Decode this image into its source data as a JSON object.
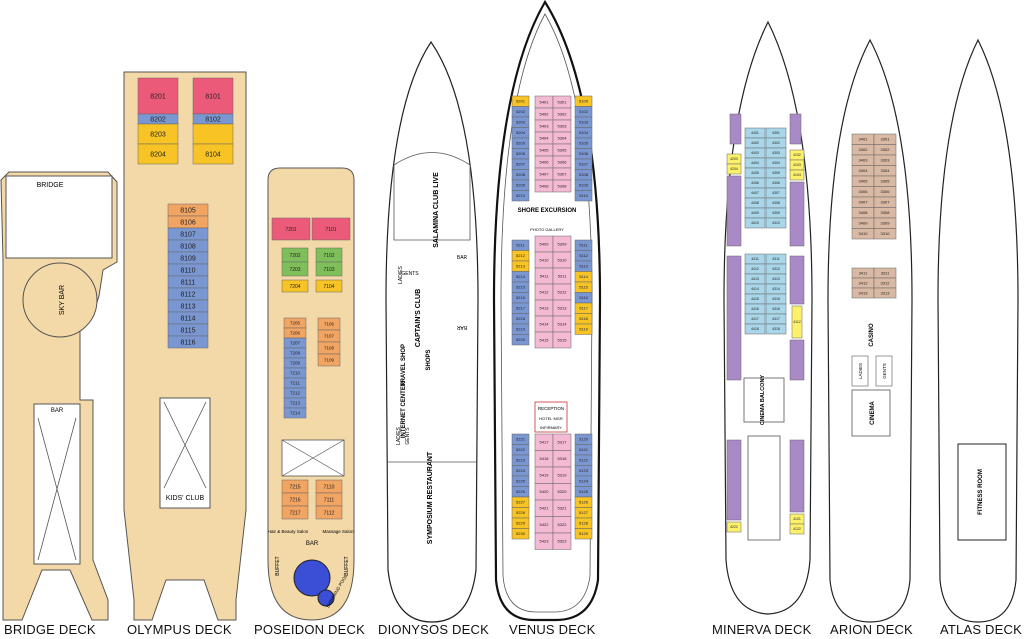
{
  "decks": {
    "bridge": {
      "label": "BRIDGE DECK",
      "bridge": "BRIDGE",
      "skybar": "SKY BAR",
      "bar": "BAR"
    },
    "olympus": {
      "label": "OLYMPUS DECK",
      "kids": "KIDS' CLUB",
      "top_cabins": [
        {
          "n": "8201",
          "c": "pink"
        },
        {
          "n": "8101",
          "c": "pink"
        },
        {
          "n": "8202",
          "c": "blue"
        },
        {
          "n": "8102",
          "c": "blue"
        },
        {
          "n": "8203",
          "c": "gold"
        },
        {
          "n": "",
          "c": "gold"
        },
        {
          "n": "8204",
          "c": "gold"
        },
        {
          "n": "8104",
          "c": "gold"
        }
      ],
      "mid_cabins": [
        {
          "n": "8105",
          "c": "orange"
        },
        {
          "n": "8106",
          "c": "orange"
        },
        {
          "n": "8107",
          "c": "blue"
        },
        {
          "n": "8108",
          "c": "blue"
        },
        {
          "n": "8109",
          "c": "blue"
        },
        {
          "n": "8110",
          "c": "blue"
        },
        {
          "n": "8111",
          "c": "blue"
        },
        {
          "n": "8112",
          "c": "blue"
        },
        {
          "n": "8113",
          "c": "blue"
        },
        {
          "n": "8114",
          "c": "blue"
        },
        {
          "n": "8115",
          "c": "blue"
        },
        {
          "n": "8116",
          "c": "blue"
        }
      ]
    },
    "poseidon": {
      "label": "POSEIDON DECK",
      "bar": "BAR",
      "pool": "SWIMMING POOL",
      "buffet_left": "BUFFET",
      "buffet_right": "BUFFET",
      "hair": "Hair & Beauty Salon",
      "massage": "Massage Salon",
      "top_cabins": [
        {
          "n": "7201",
          "c": "pink"
        },
        {
          "n": "7101",
          "c": "pink"
        }
      ],
      "green_left": [
        "7202",
        "7203"
      ],
      "green_right": [
        "7102",
        "7103"
      ],
      "gold_left": "7204",
      "gold_right": "7104",
      "left_cabins": [
        {
          "n": "7205",
          "c": "orange"
        },
        {
          "n": "7206",
          "c": "orange"
        },
        {
          "n": "7207",
          "c": "blue"
        },
        {
          "n": "7208",
          "c": "blue"
        },
        {
          "n": "7209",
          "c": "blue"
        },
        {
          "n": "7210",
          "c": "blue"
        },
        {
          "n": "7211",
          "c": "blue"
        },
        {
          "n": "7212",
          "c": "blue"
        },
        {
          "n": "7213",
          "c": "blue"
        },
        {
          "n": "7214",
          "c": "blue"
        }
      ],
      "right_cabins": [
        "7106",
        "7107",
        "7108",
        "7109"
      ],
      "low_left": [
        "7215",
        "7216",
        "7217"
      ],
      "low_right": [
        "7110",
        "7111",
        "7112"
      ]
    },
    "dionysos": {
      "label": "DIONYSOS DECK",
      "salamina": "SALAMINA CLUB LIVE",
      "captains": "CAPTAIN'S CLUB",
      "shops": "SHOPS",
      "travel": "TRAVEL SHOP",
      "internet": "INTERNET CENTER",
      "symposium": "SYMPOSIUM RESTAURANT",
      "ladies": "LADIES",
      "gents": "GENTS",
      "ladies2": "LADIES",
      "gents2": "GENTS",
      "bar": "BAR",
      "bar2": "BAR"
    },
    "venus": {
      "label": "VENUS DECK",
      "shore": "SHORE EXCURSION",
      "photo": "PHOTO GALLERY",
      "reception": "RECEPTION",
      "hotel": "HOTEL MGR",
      "infirmary": "INFIRMARY",
      "outer_left_1": [
        {
          "n": "5201",
          "c": "gold"
        },
        {
          "n": "5202",
          "c": "blue"
        },
        {
          "n": "5203",
          "c": "blue"
        },
        {
          "n": "5204",
          "c": "blue"
        },
        {
          "n": "5205",
          "c": "blue"
        },
        {
          "n": "5206",
          "c": "blue"
        },
        {
          "n": "5207",
          "c": "blue"
        },
        {
          "n": "5208",
          "c": "blue"
        },
        {
          "n": "5209",
          "c": "blue"
        },
        {
          "n": "5210",
          "c": "blue"
        }
      ],
      "inner_left_1": [
        "5401",
        "5402",
        "5403",
        "5404",
        "5405",
        "5406",
        "5407",
        "5408"
      ],
      "inner_right_1": [
        "5301",
        "5302",
        "5303",
        "5304",
        "5305",
        "5306",
        "5307",
        "5308"
      ],
      "outer_right_1": [
        {
          "n": "5109",
          "c": "gold"
        },
        {
          "n": "5102",
          "c": "blue"
        },
        {
          "n": "5103",
          "c": "blue"
        },
        {
          "n": "5104",
          "c": "blue"
        },
        {
          "n": "5105",
          "c": "blue"
        },
        {
          "n": "5106",
          "c": "blue"
        },
        {
          "n": "5107",
          "c": "blue"
        },
        {
          "n": "5108",
          "c": "blue"
        },
        {
          "n": "5109",
          "c": "blue"
        },
        {
          "n": "5110",
          "c": "blue"
        }
      ],
      "outer_left_2": [
        {
          "n": "5211",
          "c": "blue"
        },
        {
          "n": "5212",
          "c": "gold"
        },
        {
          "n": "5213",
          "c": "gold"
        },
        {
          "n": "5214",
          "c": "blue"
        },
        {
          "n": "5215",
          "c": "blue"
        },
        {
          "n": "5216",
          "c": "blue"
        },
        {
          "n": "5217",
          "c": "blue"
        },
        {
          "n": "5218",
          "c": "blue"
        },
        {
          "n": "5219",
          "c": "blue"
        },
        {
          "n": "5220",
          "c": "blue"
        }
      ],
      "inner_left_2": [
        "5409",
        "5410",
        "5411",
        "5412",
        "5413",
        "5414",
        "5415"
      ],
      "inner_right_2": [
        "5309",
        "5310",
        "5311",
        "5312",
        "5313",
        "5314",
        "5315"
      ],
      "outer_right_2": [
        {
          "n": "5111",
          "c": "blue"
        },
        {
          "n": "5112",
          "c": "blue"
        },
        {
          "n": "5113",
          "c": "blue"
        },
        {
          "n": "5114",
          "c": "gold"
        },
        {
          "n": "5115",
          "c": "gold"
        },
        {
          "n": "5116",
          "c": "blue"
        },
        {
          "n": "5117",
          "c": "gold"
        },
        {
          "n": "5118",
          "c": "gold"
        },
        {
          "n": "5119",
          "c": "gold"
        }
      ],
      "outer_left_3": [
        {
          "n": "5221",
          "c": "blue"
        },
        {
          "n": "5222",
          "c": "blue"
        },
        {
          "n": "5223",
          "c": "blue"
        },
        {
          "n": "5224",
          "c": "blue"
        },
        {
          "n": "5225",
          "c": "blue"
        },
        {
          "n": "5226",
          "c": "blue"
        },
        {
          "n": "5227",
          "c": "gold"
        },
        {
          "n": "5228",
          "c": "gold"
        },
        {
          "n": "5229",
          "c": "gold"
        },
        {
          "n": "5230",
          "c": "gold"
        }
      ],
      "inner_left_3": [
        "5417",
        "5418",
        "5419",
        "5420",
        "5421",
        "5422",
        "5423"
      ],
      "inner_right_3": [
        "5317",
        "5318",
        "5319",
        "5320",
        "5321",
        "5322",
        "5323"
      ],
      "outer_right_3": [
        {
          "n": "5120",
          "c": "blue"
        },
        {
          "n": "5121",
          "c": "blue"
        },
        {
          "n": "5122",
          "c": "blue"
        },
        {
          "n": "5123",
          "c": "blue"
        },
        {
          "n": "5124",
          "c": "blue"
        },
        {
          "n": "5125",
          "c": "blue"
        },
        {
          "n": "5126",
          "c": "gold"
        },
        {
          "n": "5127",
          "c": "gold"
        },
        {
          "n": "5128",
          "c": "gold"
        },
        {
          "n": "5129",
          "c": "gold"
        }
      ]
    },
    "minerva": {
      "label": "MINERVA DECK",
      "cinema": "CINEMA BALCONY",
      "inner_left_1": [
        "4401",
        "4402",
        "4403",
        "4404",
        "4405",
        "4406",
        "4407",
        "4408",
        "4409",
        "4410"
      ],
      "inner_right_1": [
        "4301",
        "4302",
        "4303",
        "4304",
        "4305",
        "4306",
        "4307",
        "4308",
        "4309",
        "4310"
      ],
      "gold_left": [
        "4203",
        "4204"
      ],
      "gold_right": [
        "4102",
        "4103",
        "4104"
      ],
      "inner_left_2": [
        "4411",
        "4412",
        "4413",
        "4414",
        "4415",
        "4416",
        "4417",
        "4418"
      ],
      "inner_right_2": [
        "4311",
        "4312",
        "4313",
        "4314",
        "4315",
        "4316",
        "4317",
        "4318"
      ],
      "side_right": "4112",
      "low_left": [
        "4222"
      ],
      "low_right": [
        "4121",
        "4122"
      ]
    },
    "arion": {
      "label": "ARION DECK",
      "casino": "CASINO",
      "cinema": "CINEMA",
      "ladies": "LADIES",
      "gents": "GENTS",
      "left_1": [
        "3401",
        "3402",
        "3403",
        "3404",
        "3405",
        "3406",
        "3407",
        "3408",
        "3409",
        "3410"
      ],
      "right_1": [
        "3301",
        "3302",
        "3303",
        "3304",
        "3305",
        "3306",
        "3307",
        "3308",
        "3309",
        "3310"
      ],
      "left_2": [
        "3411",
        "3412",
        "3413"
      ],
      "right_2": [
        "3311",
        "3312",
        "3313"
      ]
    },
    "atlas": {
      "label": "ATLAS DECK",
      "fitness": "FITNESS ROOM"
    }
  },
  "colors": {
    "deck": "#f3d9a8",
    "pink": "#ec5a7a",
    "blue": "#7b97d2",
    "gold": "#f7c325",
    "orange": "#f2a463",
    "green": "#7fbf5a",
    "ltpink": "#f4b9d3",
    "ltblue": "#a9d6e8",
    "yellow": "#fdf06a",
    "tan": "#d9b9a3",
    "purple": "#a98ac7",
    "white": "#ffffff"
  }
}
